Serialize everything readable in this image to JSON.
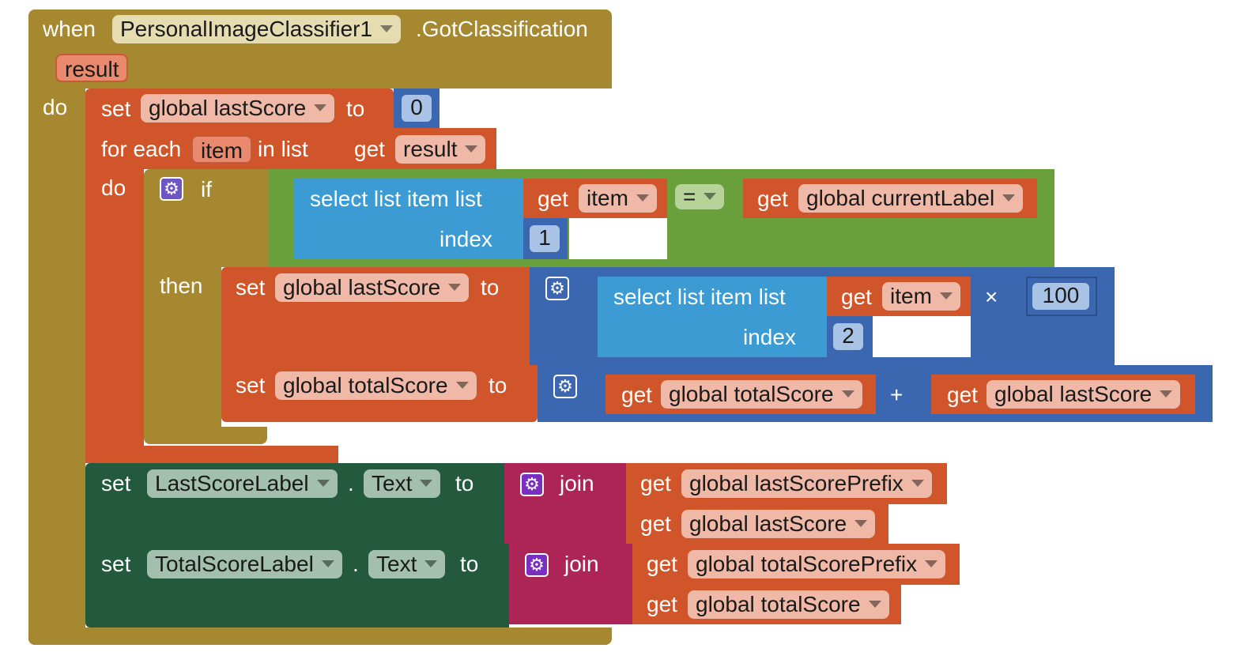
{
  "event": {
    "when": "when",
    "component": "PersonalImageClassifier1",
    "event_name": ".GotClassification",
    "param": "result",
    "do": "do"
  },
  "set1": {
    "set": "set",
    "var": "global lastScore",
    "to": "to",
    "value": "0"
  },
  "foreach": {
    "for_each": "for each",
    "item": "item",
    "in_list": "in list",
    "get": "get",
    "list_var": "result",
    "do": "do"
  },
  "ifblock": {
    "if": "if",
    "then": "then",
    "select": "select list item  list",
    "get": "get",
    "item": "item",
    "index": "index",
    "index_value": "1",
    "eq": "=",
    "get2": "get",
    "current": "global currentLabel"
  },
  "set2": {
    "set": "set",
    "var": "global lastScore",
    "to": "to",
    "select": "select list item  list",
    "get": "get",
    "item": "item",
    "index": "index",
    "index_value": "2",
    "times": "×",
    "hundred": "100"
  },
  "set3": {
    "set": "set",
    "var": "global totalScore",
    "to": "to",
    "get_a": "get",
    "var_a": "global totalScore",
    "plus": "+",
    "get_b": "get",
    "var_b": "global lastScore"
  },
  "set4": {
    "set": "set",
    "component": "LastScoreLabel",
    "dot": ".",
    "prop": "Text",
    "to": "to",
    "join": "join",
    "get_a": "get",
    "var_a": "global lastScorePrefix",
    "get_b": "get",
    "var_b": "global lastScore"
  },
  "set5": {
    "set": "set",
    "component": "TotalScoreLabel",
    "dot": ".",
    "prop": "Text",
    "to": "to",
    "join": "join",
    "get_a": "get",
    "var_a": "global totalScorePrefix",
    "get_b": "get",
    "var_b": "global totalScore"
  },
  "icons": {
    "gear": "⚙"
  },
  "colors": {
    "event": "#a58830",
    "variable": "#d0552a",
    "math": "#3b66b0",
    "logic": "#6aa03c",
    "list": "#3b9bd2",
    "component": "#235a3e",
    "text": "#ad2556"
  }
}
